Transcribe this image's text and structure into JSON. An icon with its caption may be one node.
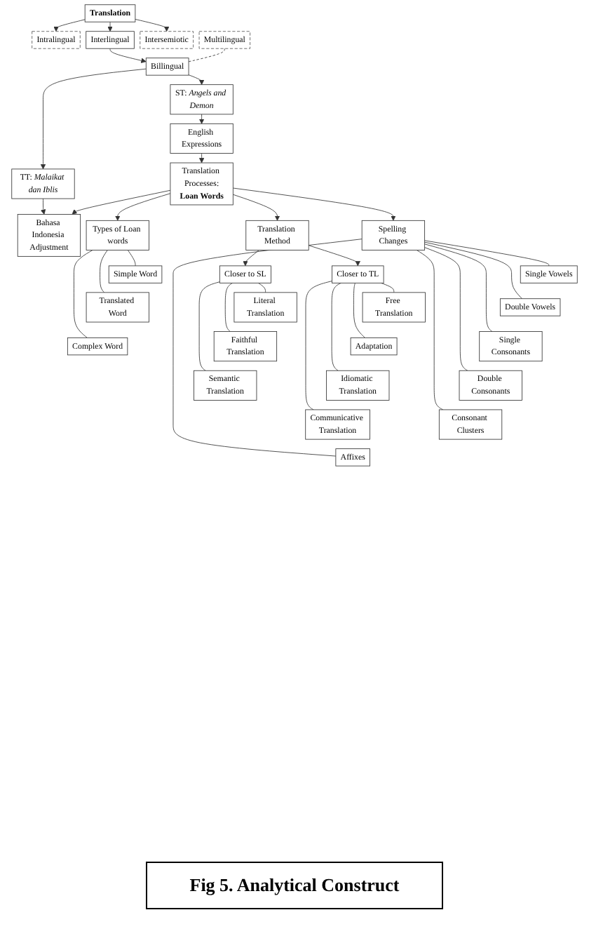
{
  "diagram": {
    "caption": "Fig 5. Analytical Construct",
    "nodes": [
      {
        "text": [
          "Translation"
        ]
      },
      {
        "text": [
          "Intralingual"
        ]
      },
      {
        "text": [
          "Interlingual"
        ]
      },
      {
        "text": [
          "Intersemiotic"
        ]
      },
      {
        "text": [
          "Multilingual"
        ]
      },
      {
        "text": [
          "Billingual"
        ]
      },
      {
        "text": [
          "ST: *Angels and Demon*"
        ]
      },
      {
        "text": [
          "TT: *Malaikat dan Iblis*"
        ]
      },
      {
        "text": [
          "English Expressions"
        ]
      },
      {
        "text": [
          "Translation Processes:",
          "**Loan Words**"
        ]
      },
      {
        "text": [
          "Bahasa Indonesia Adjustment"
        ]
      },
      {
        "text": [
          "Types of Loan words"
        ]
      },
      {
        "text": [
          "Spelling Changes"
        ]
      },
      {
        "text": [
          "Translation Method"
        ]
      },
      {
        "text": [
          "Simple Word"
        ]
      },
      {
        "text": [
          "Translated Word"
        ]
      },
      {
        "text": [
          "Complex Word"
        ]
      },
      {
        "text": [
          "Single Vowels"
        ]
      },
      {
        "text": [
          "Double Vowels"
        ]
      },
      {
        "text": [
          "Single Consonants"
        ]
      },
      {
        "text": [
          "Double Consonants"
        ]
      },
      {
        "text": [
          "Consonant Clusters"
        ]
      },
      {
        "text": [
          "Affixes"
        ]
      },
      {
        "text": [
          "Closer to SL"
        ]
      },
      {
        "text": [
          "Closer to TL"
        ]
      },
      {
        "text": [
          "Literal Translation"
        ]
      },
      {
        "text": [
          "Faithful Translation"
        ]
      },
      {
        "text": [
          "Semantic Translation"
        ]
      },
      {
        "text": [
          "Free Translation"
        ]
      },
      {
        "text": [
          "Adaptation"
        ]
      },
      {
        "text": [
          "Idiomatic Translation"
        ]
      },
      {
        "text": [
          "Communicative Translation"
        ]
      }
    ],
    "edges": [
      {
        "from": 0,
        "to": 1,
        "arrow": "to"
      },
      {
        "from": 0,
        "to": 2,
        "arrow": "to"
      },
      {
        "from": 0,
        "to": 3,
        "arrow": "to"
      },
      {
        "from": 2,
        "to": 5,
        "arrow": "to"
      },
      {
        "from": 4,
        "to": 5,
        "arrow": "none",
        "style": "dashed"
      },
      {
        "from": 5,
        "to": 6,
        "arrow": "to"
      },
      {
        "from": 5,
        "to": 7,
        "arrow": "to"
      },
      {
        "from": 6,
        "to": 8,
        "arrow": "to"
      },
      {
        "from": 7,
        "to": 10,
        "arrow": "to"
      },
      {
        "from": 8,
        "to": 9,
        "arrow": "to"
      },
      {
        "from": 9,
        "to": 10,
        "arrow": "to"
      },
      {
        "from": 9,
        "to": 11,
        "arrow": "to"
      },
      {
        "from": 9,
        "to": 12,
        "arrow": "to"
      },
      {
        "from": 9,
        "to": 13,
        "arrow": "to"
      },
      {
        "from": 11,
        "to": 14,
        "arrow": "none"
      },
      {
        "from": 11,
        "to": 15,
        "arrow": "none"
      },
      {
        "from": 11,
        "to": 16,
        "arrow": "none"
      },
      {
        "from": 12,
        "to": 17,
        "arrow": "none"
      },
      {
        "from": 12,
        "to": 18,
        "arrow": "none"
      },
      {
        "from": 12,
        "to": 19,
        "arrow": "none"
      },
      {
        "from": 12,
        "to": 20,
        "arrow": "none"
      },
      {
        "from": 12,
        "to": 21,
        "arrow": "none"
      },
      {
        "from": 12,
        "to": 22,
        "arrow": "none"
      },
      {
        "from": 13,
        "to": 23,
        "arrow": "to"
      },
      {
        "from": 13,
        "to": 24,
        "arrow": "to"
      },
      {
        "from": 23,
        "to": 25,
        "arrow": "none"
      },
      {
        "from": 23,
        "to": 26,
        "arrow": "none"
      },
      {
        "from": 23,
        "to": 27,
        "arrow": "none"
      },
      {
        "from": 24,
        "to": 28,
        "arrow": "none"
      },
      {
        "from": 24,
        "to": 29,
        "arrow": "none"
      },
      {
        "from": 24,
        "to": 30,
        "arrow": "none"
      },
      {
        "from": 24,
        "to": 31,
        "arrow": "none"
      }
    ]
  }
}
